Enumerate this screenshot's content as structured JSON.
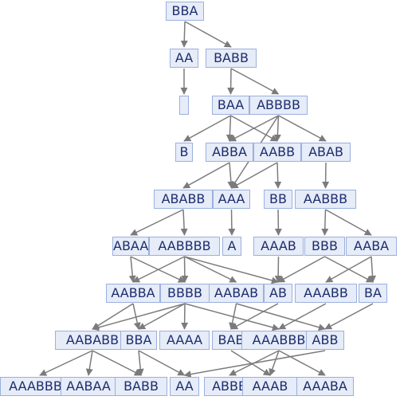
{
  "diagram": {
    "type": "string-rewriting multiway graph",
    "node_style": {
      "fill": "#e6ecf8",
      "border": "#9bb0de",
      "text": "#1d2d6e",
      "edge": "#7b7b7b"
    },
    "nodes": [
      {
        "id": "n1",
        "label": "BBA"
      },
      {
        "id": "n2",
        "label": "AA"
      },
      {
        "id": "n3",
        "label": "BABB"
      },
      {
        "id": "n4",
        "label": ""
      },
      {
        "id": "n5",
        "label": "BAA"
      },
      {
        "id": "n6",
        "label": "ABBBB"
      },
      {
        "id": "n7",
        "label": "B"
      },
      {
        "id": "n8",
        "label": "ABBA"
      },
      {
        "id": "n9",
        "label": "AABB"
      },
      {
        "id": "n10",
        "label": "ABAB"
      },
      {
        "id": "n11",
        "label": "ABABB"
      },
      {
        "id": "n12",
        "label": "AAA"
      },
      {
        "id": "n13",
        "label": "BB"
      },
      {
        "id": "n14",
        "label": "AABBB"
      },
      {
        "id": "n15",
        "label": "ABAA"
      },
      {
        "id": "n16",
        "label": "AABBBB"
      },
      {
        "id": "n17",
        "label": "A"
      },
      {
        "id": "n18",
        "label": "AAAB"
      },
      {
        "id": "n19",
        "label": "BBB"
      },
      {
        "id": "n20",
        "label": "AABA"
      },
      {
        "id": "n21",
        "label": "AABBA"
      },
      {
        "id": "n22",
        "label": "BBBB"
      },
      {
        "id": "n23",
        "label": "AABAB"
      },
      {
        "id": "n24",
        "label": "AB"
      },
      {
        "id": "n25",
        "label": "AAABB"
      },
      {
        "id": "n26",
        "label": "BA"
      },
      {
        "id": "n27",
        "label": "AABABB"
      },
      {
        "id": "n28",
        "label": "BBA"
      },
      {
        "id": "n29",
        "label": "AAAA"
      },
      {
        "id": "n30",
        "label": "BAB"
      },
      {
        "id": "n31",
        "label": "AAABBB"
      },
      {
        "id": "n32",
        "label": "ABB"
      },
      {
        "id": "n33",
        "label": "AAABBBB"
      },
      {
        "id": "n34",
        "label": "AABAA"
      },
      {
        "id": "n35",
        "label": "BABB"
      },
      {
        "id": "n36",
        "label": "AA"
      },
      {
        "id": "n37",
        "label": "ABBB"
      },
      {
        "id": "n38",
        "label": "AAAB"
      },
      {
        "id": "n39",
        "label": "AAABA"
      }
    ],
    "edges": [
      [
        "n1",
        "n2"
      ],
      [
        "n1",
        "n3"
      ],
      [
        "n2",
        "n4"
      ],
      [
        "n3",
        "n5"
      ],
      [
        "n3",
        "n6"
      ],
      [
        "n5",
        "n7"
      ],
      [
        "n5",
        "n8"
      ],
      [
        "n5",
        "n9"
      ],
      [
        "n6",
        "n8"
      ],
      [
        "n6",
        "n9"
      ],
      [
        "n6",
        "n10"
      ],
      [
        "n6",
        "n12"
      ],
      [
        "n8",
        "n11"
      ],
      [
        "n8",
        "n12"
      ],
      [
        "n9",
        "n12"
      ],
      [
        "n9",
        "n13"
      ],
      [
        "n10",
        "n14"
      ],
      [
        "n11",
        "n15"
      ],
      [
        "n11",
        "n16"
      ],
      [
        "n12",
        "n17"
      ],
      [
        "n13",
        "n18"
      ],
      [
        "n14",
        "n19"
      ],
      [
        "n14",
        "n20"
      ],
      [
        "n15",
        "n21"
      ],
      [
        "n15",
        "n22"
      ],
      [
        "n16",
        "n21"
      ],
      [
        "n16",
        "n22"
      ],
      [
        "n16",
        "n23"
      ],
      [
        "n16",
        "n24"
      ],
      [
        "n18",
        "n24"
      ],
      [
        "n19",
        "n24"
      ],
      [
        "n19",
        "n26"
      ],
      [
        "n20",
        "n25"
      ],
      [
        "n20",
        "n26"
      ],
      [
        "n21",
        "n27"
      ],
      [
        "n21",
        "n28"
      ],
      [
        "n22",
        "n27"
      ],
      [
        "n22",
        "n28"
      ],
      [
        "n22",
        "n29"
      ],
      [
        "n22",
        "n31"
      ],
      [
        "n23",
        "n30"
      ],
      [
        "n23",
        "n32"
      ],
      [
        "n24",
        "n30"
      ],
      [
        "n25",
        "n31"
      ],
      [
        "n26",
        "n32"
      ],
      [
        "n27",
        "n33"
      ],
      [
        "n27",
        "n34"
      ],
      [
        "n27",
        "n35"
      ],
      [
        "n28",
        "n35"
      ],
      [
        "n28",
        "n36"
      ],
      [
        "n30",
        "n38"
      ],
      [
        "n31",
        "n37"
      ],
      [
        "n31",
        "n38"
      ],
      [
        "n31",
        "n39"
      ],
      [
        "n32",
        "n36"
      ]
    ]
  }
}
